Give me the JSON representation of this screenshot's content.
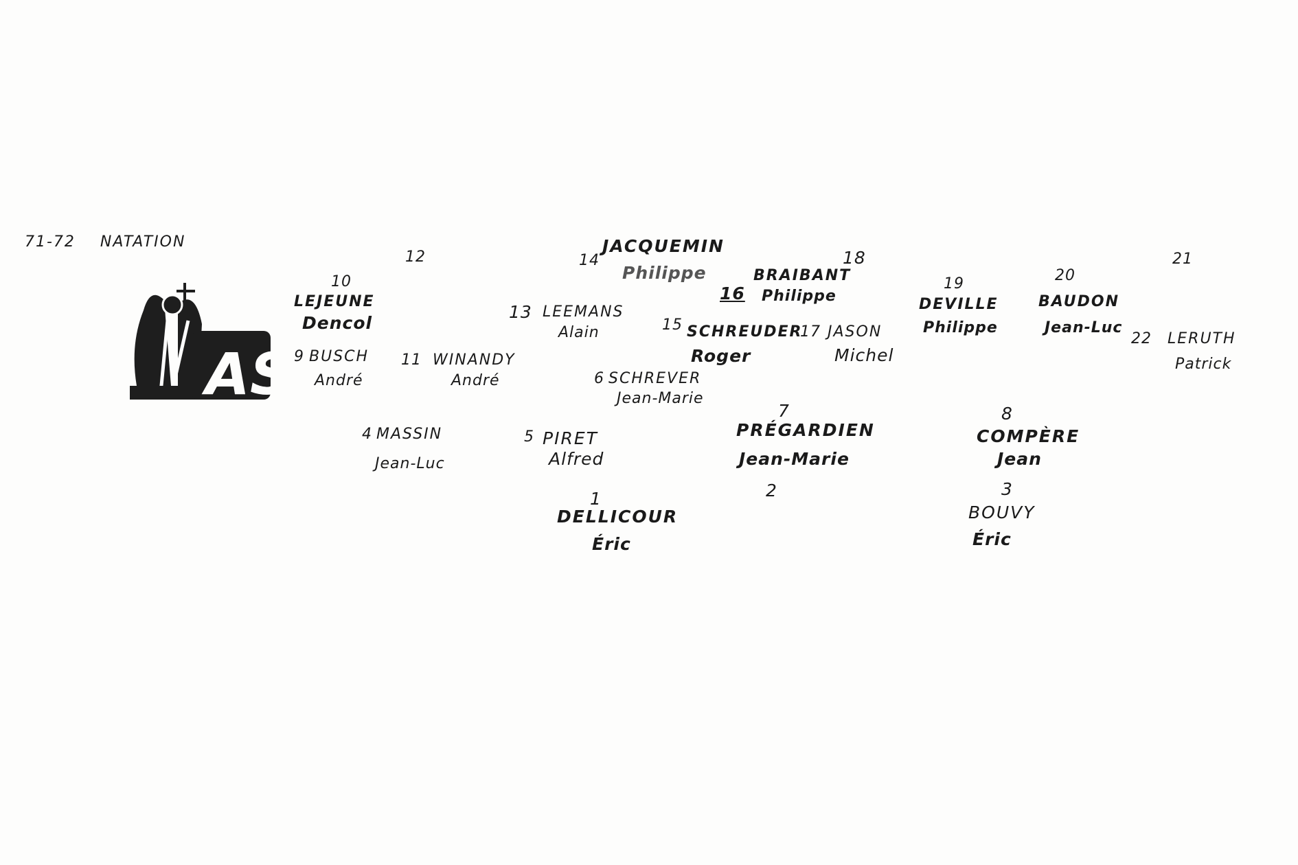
{
  "header": {
    "season": "71-72",
    "title": "NATATION"
  },
  "logo": {
    "text": "ASM"
  },
  "people": [
    {
      "num": "1",
      "surname": "DELLICOUR",
      "first": "Éric"
    },
    {
      "num": "2"
    },
    {
      "num": "3",
      "surname": "BOUVY",
      "first": "Éric"
    },
    {
      "num": "4",
      "surname": "MASSIN",
      "first": "Jean-Luc"
    },
    {
      "num": "5",
      "surname": "PIRET",
      "first": "Alfred"
    },
    {
      "num": "6",
      "surname": "SCHREVER",
      "first": "Jean-Marie"
    },
    {
      "num": "7",
      "surname": "PRÉGARDIEN",
      "first": "Jean-Marie"
    },
    {
      "num": "8",
      "surname": "COMPÈRE",
      "first": "Jean"
    },
    {
      "num": "9",
      "surname": "BUSCH",
      "first": "André"
    },
    {
      "num": "10",
      "surname": "LEJEUNE",
      "first": "Dencol"
    },
    {
      "num": "11",
      "surname": "WINANDY",
      "first": "André"
    },
    {
      "num": "12"
    },
    {
      "num": "13",
      "surname": "LEEMANS",
      "first": "Alain"
    },
    {
      "num": "14",
      "surname": "JACQUEMIN",
      "first": "Philippe"
    },
    {
      "num": "15",
      "surname": "SCHREUDER",
      "first": "Roger"
    },
    {
      "num": "16",
      "surname": "BRAIBANT",
      "first": "Philippe"
    },
    {
      "num": "17",
      "surname": "JASON",
      "first": "Michel"
    },
    {
      "num": "18"
    },
    {
      "num": "19",
      "surname": "DEVILLE",
      "first": "Philippe"
    },
    {
      "num": "20",
      "surname": "BAUDON",
      "first": "Jean-Luc"
    },
    {
      "num": "21"
    },
    {
      "num": "22",
      "surname": "LERUTH",
      "first": "Patrick"
    }
  ]
}
